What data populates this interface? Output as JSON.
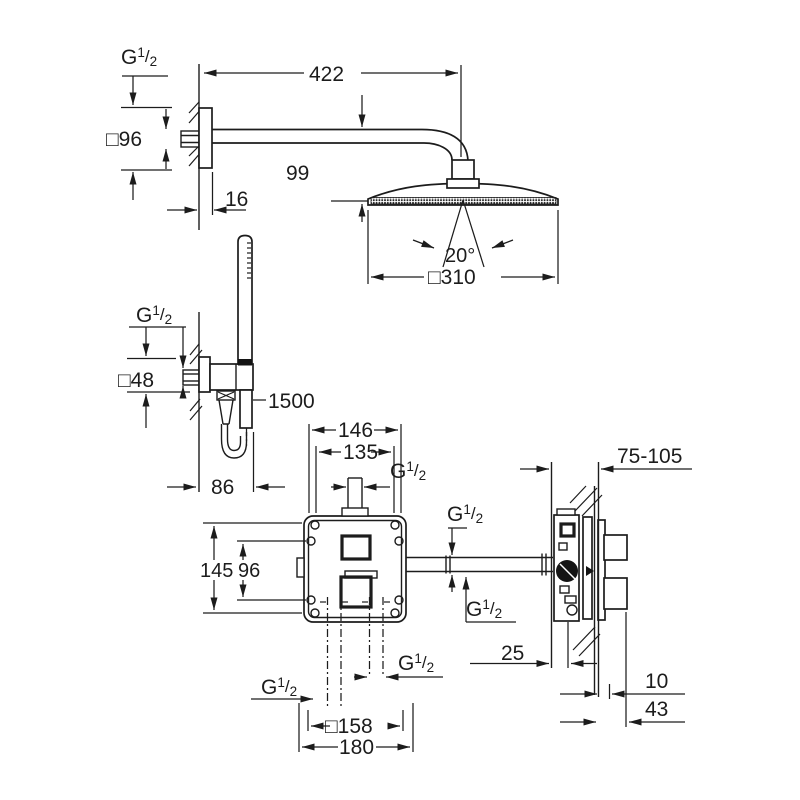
{
  "colors": {
    "line": "#1c1c1c",
    "background": "#ffffff"
  },
  "thread_label": {
    "prefix": "G",
    "numerator": "1",
    "slash": "/",
    "denominator": "2"
  },
  "head_shower": {
    "arm_length": "422",
    "wall_plate_size": "□96",
    "drop_height": "99",
    "plate_depth": "16",
    "spray_angle": "20°",
    "head_width": "□310"
  },
  "hand_shower": {
    "wall_plate_size": "□48",
    "hose_length": "1500",
    "holder_depth": "86"
  },
  "mixer_front": {
    "box_width": "146",
    "fixing_width": "135",
    "box_height": "145",
    "fixing_height": "96",
    "plate_size": "□158",
    "trim_size": "180"
  },
  "mixer_side": {
    "install_depth": "75-105",
    "min_depth": "25",
    "wall_gap": "10",
    "handle_depth": "43"
  }
}
